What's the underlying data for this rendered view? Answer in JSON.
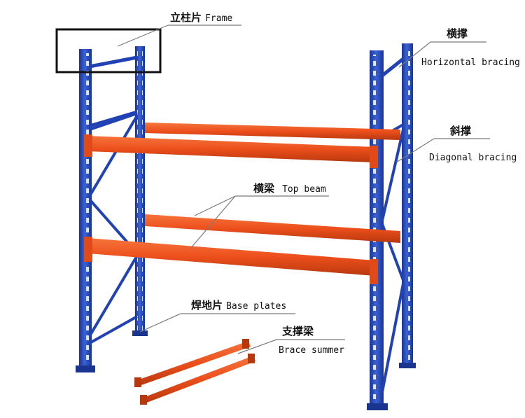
{
  "labels": {
    "frame": {
      "cn": "立柱片",
      "en": "Frame"
    },
    "horizontal_bracing": {
      "cn": "横撑",
      "en": "Horizontal bracing"
    },
    "diagonal_bracing": {
      "cn": "斜撑",
      "en": "Diagonal bracing"
    },
    "top_beam": {
      "cn": "横梁",
      "en": "Top beam"
    },
    "base_plates": {
      "cn": "焊地片",
      "en": "Base plates"
    },
    "brace_summer": {
      "cn": "支撑梁",
      "en": "Brace summer"
    }
  },
  "colors": {
    "upright_blue": "#2142b5",
    "upright_dark": "#142a78",
    "beam_orange": "#f0531f",
    "beam_dark": "#b8380e",
    "leader_line": "#7a7a7a",
    "highlight_box": "#111111"
  }
}
